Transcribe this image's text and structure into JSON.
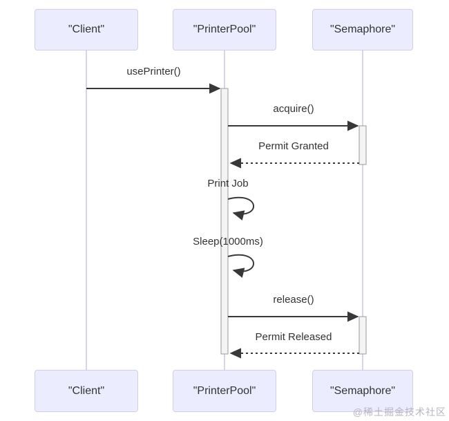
{
  "diagram": {
    "type": "sequence-diagram",
    "participants": [
      {
        "id": "client",
        "label": "\"Client\""
      },
      {
        "id": "printerpool",
        "label": "\"PrinterPool\""
      },
      {
        "id": "semaphore",
        "label": "\"Semaphore\""
      }
    ],
    "messages": [
      {
        "label": "usePrinter()",
        "from": "client",
        "to": "printerpool",
        "line": "solid"
      },
      {
        "label": "acquire()",
        "from": "printerpool",
        "to": "semaphore",
        "line": "solid"
      },
      {
        "label": "Permit Granted",
        "from": "semaphore",
        "to": "printerpool",
        "line": "dashed"
      },
      {
        "label": "Print Job",
        "from": "printerpool",
        "to": "printerpool",
        "line": "self"
      },
      {
        "label": "Sleep(1000ms)",
        "from": "printerpool",
        "to": "printerpool",
        "line": "self"
      },
      {
        "label": "release()",
        "from": "printerpool",
        "to": "semaphore",
        "line": "solid"
      },
      {
        "label": "Permit Released",
        "from": "semaphore",
        "to": "printerpool",
        "line": "dashed"
      }
    ],
    "watermark": "@稀土掘金技术社区",
    "colors": {
      "actor_fill": "#ececff",
      "actor_border": "#cfcfe8",
      "lifeline": "#c9c6dd",
      "message_line": "#383838",
      "activation_fill": "#f4f4f4",
      "activation_border": "#9a9a9a",
      "text": "#333333",
      "watermark": "#b9b5c0"
    }
  }
}
